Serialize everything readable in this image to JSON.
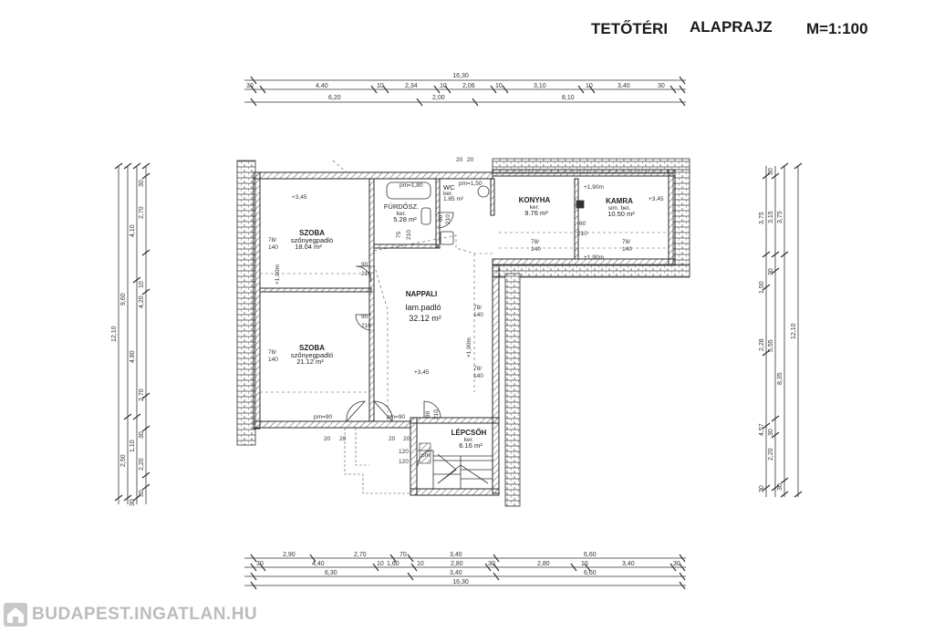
{
  "title": {
    "part1": "TETŐTÉRI",
    "part2": "ALAPRAJZ",
    "scale": "M=1:100"
  },
  "dims": {
    "top_total": "16,30",
    "top_row1": [
      "30",
      "4,40",
      "10",
      "2,34",
      "10",
      "2,06",
      "10",
      "3,10",
      "10",
      "3,40",
      "30"
    ],
    "top_row2": [
      "6,20",
      "2,00",
      "8,10"
    ],
    "bottom_row1": [
      "2,90",
      "2,70",
      "70",
      "3,40",
      "6,60"
    ],
    "bottom_row2": [
      "30",
      "4,40",
      "10",
      "1,60",
      "10",
      "2,80",
      "30",
      "2,80",
      "10",
      "3,40",
      "30"
    ],
    "bottom_row3": [
      "6,30",
      "3,40",
      "6,60"
    ],
    "bottom_total": "16,30",
    "left_col1": [
      "12,10"
    ],
    "left_col2": [
      "9,60",
      "2,50"
    ],
    "left_col3": [
      "4,10",
      "4,80",
      "1,10",
      "30"
    ],
    "left_col4": [
      "30",
      "2,70",
      "10",
      "4,20",
      "2,70",
      "30",
      "2,20",
      "30"
    ],
    "right_col1": [
      "30",
      "3,75",
      "1,50",
      "2,28",
      "4,57",
      "30"
    ],
    "right_col2": [
      "3,15",
      "30",
      "5,55",
      "30",
      "2,20"
    ],
    "right_col3": [
      "3,75",
      "8,35",
      "30"
    ],
    "right_col4": [
      "12,10"
    ]
  },
  "rooms": {
    "szoba1": {
      "name": "SZOBA",
      "floor": "szőnyegpadló",
      "area": "18.04 m²"
    },
    "szoba2": {
      "name": "SZOBA",
      "floor": "szőnyegpadló",
      "area": "21.12 m²"
    },
    "furdo": {
      "name": "FÜRDŐSZ.",
      "floor": "ker.",
      "area": "5.28 m²"
    },
    "wc": {
      "name": "WC",
      "floor": "ker.",
      "area": "1.85 m²"
    },
    "konyha": {
      "name": "KONYHA",
      "floor": "ker.",
      "area": "9.76 m²"
    },
    "kamra": {
      "name": "KAMRA",
      "floor": "sim. bet.",
      "area": "10.50 m²"
    },
    "nappali": {
      "name": "NAPPALI",
      "floor": "lam.padló",
      "area": "32.12 m²"
    },
    "lepcso": {
      "name": "LÉPCSŐH",
      "floor": "ker.",
      "area": "6.16 m²"
    }
  },
  "annotations": {
    "level1": "+3,45",
    "level2": "+3,45",
    "level3": "+3,45",
    "h190": "+1,90m",
    "pm180": "pm=1,80",
    "pm150": "pm=1,50",
    "pm90a": "pm=90",
    "pm90b": "pm=90",
    "win": "78/",
    "win2": "140",
    "door90": "90",
    "door210": "210",
    "door75": "75",
    "door60": "60",
    "d120": "120",
    "d20": "20",
    "pm": "pm"
  },
  "watermark": "BUDAPEST.INGATLAN.HU",
  "colors": {
    "line": "#333333",
    "wall": "#2a2a2a",
    "hatch": "#555555",
    "watermark": "#bcbcbc"
  }
}
